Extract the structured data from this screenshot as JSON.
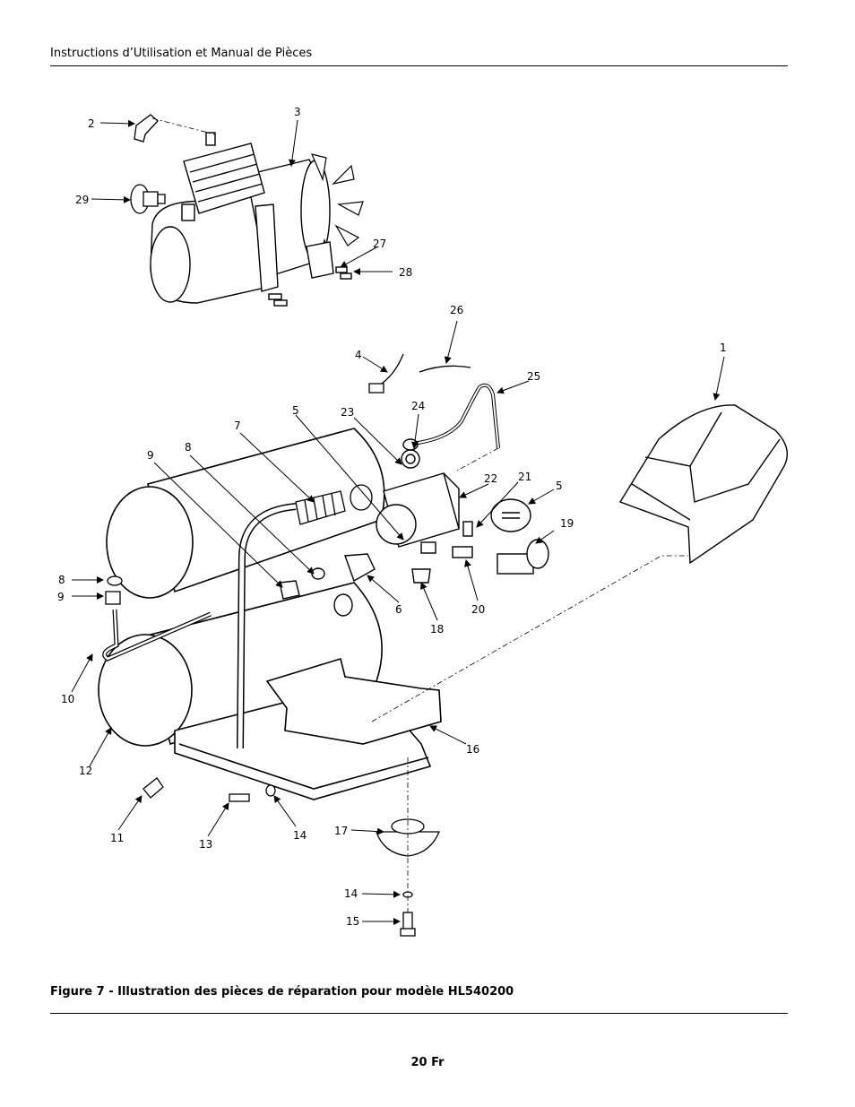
{
  "header": {
    "title": "Instructions d’Utilisation et Manual de Pièces"
  },
  "figure": {
    "caption": "Figure 7 - Illustration des pièces de réparation pour modèle HL540200",
    "callouts": {
      "c1": "1",
      "c2": "2",
      "c3": "3",
      "c4": "4",
      "c5a": "5",
      "c5b": "5",
      "c6": "6",
      "c7": "7",
      "c8a": "8",
      "c8b": "8",
      "c9a": "9",
      "c9b": "9",
      "c10": "10",
      "c11": "11",
      "c12": "12",
      "c13": "13",
      "c14a": "14",
      "c14b": "14",
      "c15": "15",
      "c16": "16",
      "c17": "17",
      "c18": "18",
      "c19": "19",
      "c20": "20",
      "c21": "21",
      "c22": "22",
      "c23": "23",
      "c24": "24",
      "c25": "25",
      "c26": "26",
      "c27": "27",
      "c28": "28",
      "c29": "29"
    }
  },
  "footer": {
    "page_number": "20 Fr"
  }
}
